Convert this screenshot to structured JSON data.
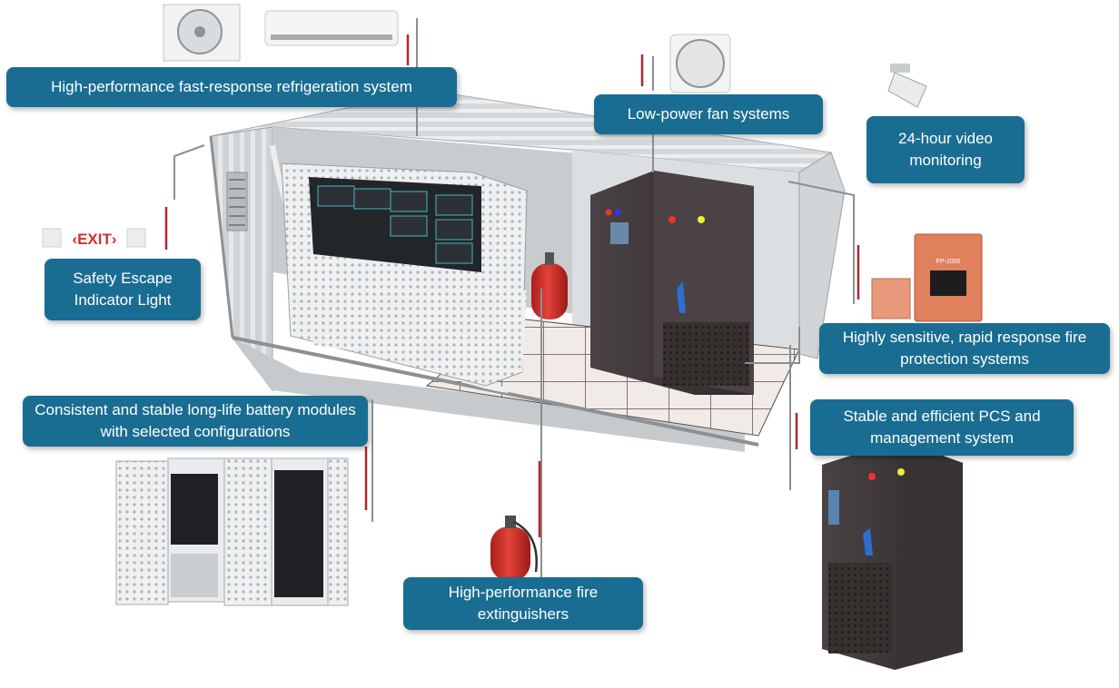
{
  "callouts": {
    "refrigeration": "High-performance fast-response refrigeration system",
    "fan": "Low-power fan systems",
    "video": "24-hour video monitoring",
    "escape_light": "Safety Escape Indicator Light",
    "fire_protection": "Highly sensitive, rapid response fire protection systems",
    "battery": "Consistent and stable long-life battery modules with selected configurations",
    "pcs": "Stable and efficient PCS and management system",
    "extinguisher": "High-performance fire extinguishers"
  },
  "exit_sign": {
    "text": "EXIT"
  },
  "fire_panel_label": "FP-2000",
  "colors": {
    "callout_bg": "#1a6d92",
    "accent_line": "#b3252b",
    "container": "#d9dcde",
    "cabinet": "#3b3537",
    "extinguisher": "#d7302a"
  }
}
